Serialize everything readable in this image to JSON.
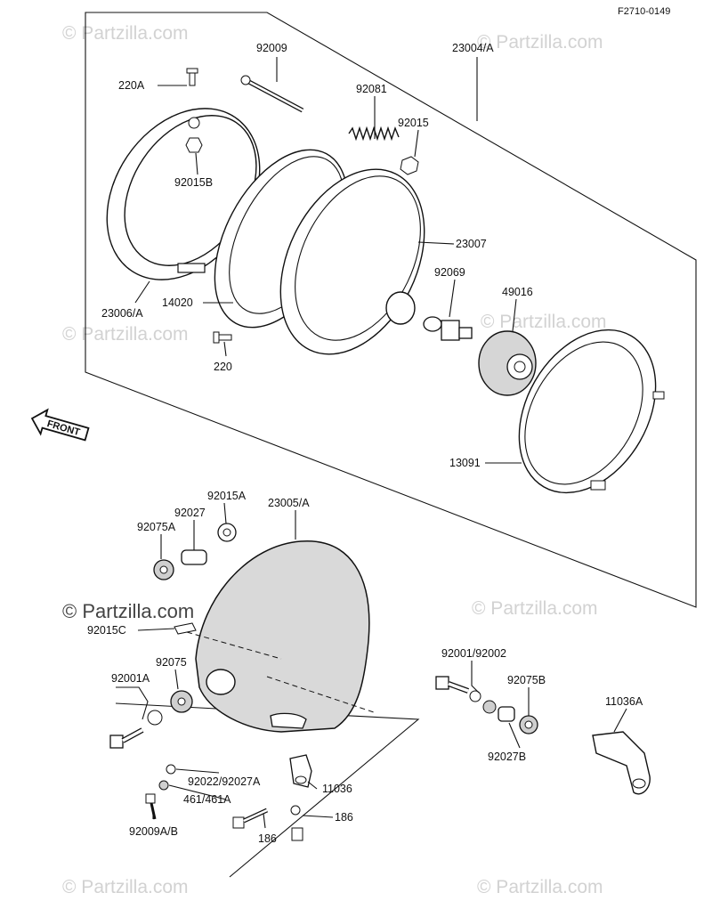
{
  "figure_code": "F2710-0149",
  "watermark": "© Partzilla.com",
  "front_label": "FRONT",
  "callouts": {
    "c92009": "92009",
    "c23004A": "23004/A",
    "c220A": "220A",
    "c92081": "92081",
    "c92015": "92015",
    "c92015B": "92015B",
    "c23007": "23007",
    "c92069": "92069",
    "c49016": "49016",
    "c14020": "14020",
    "c23006A": "23006/A",
    "c220": "220",
    "c13091": "13091",
    "c92015A": "92015A",
    "c23005A": "23005/A",
    "c92027": "92027",
    "c92075A": "92075A",
    "c92015C": "92015C",
    "c92075": "92075",
    "c92001A": "92001A",
    "c92001_92002": "92001/92002",
    "c92075B": "92075B",
    "c11036A": "11036A",
    "c92027B": "92027B",
    "c92022_92027A": "92022/92027A",
    "c11036": "11036",
    "c461_461A": "461/461A",
    "c186a": "186",
    "c186b": "186",
    "c92009AB": "92009A/B"
  }
}
